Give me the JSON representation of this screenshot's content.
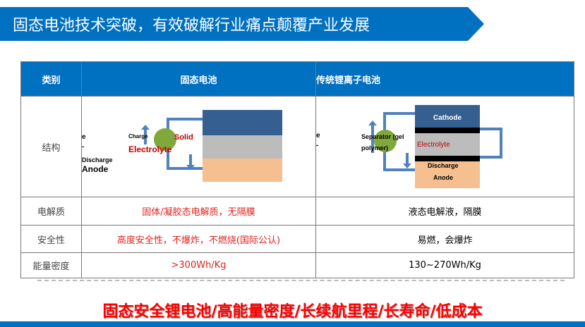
{
  "title": "固态电池技术突破，有效破解行业痛点颠覆产业发展",
  "table": {
    "headers": [
      "类别",
      "固态电池",
      "传统锂离子电池"
    ],
    "rows": [
      {
        "label": "结构"
      },
      {
        "label": "电解质",
        "solid": "固体/凝胶态电解质，无隔膜",
        "traditional": "液态电解液，隔膜"
      },
      {
        "label": "安全性",
        "solid": "高度安全性，不爆炸，不燃烧(国际公认)",
        "traditional": "易燃，会爆炸"
      },
      {
        "label": "能量密度",
        "solid": ">300Wh/Kg",
        "traditional": "130~270Wh/Kg"
      }
    ]
  },
  "diagram_solid": {
    "e": "e",
    "dash": "-",
    "discharge": "Discharge",
    "anode": "Anode",
    "charge": "Charge",
    "solid": "Solid",
    "electrolyte": "Electrolyte"
  },
  "diagram_trad": {
    "e": "e",
    "dash": "-",
    "separator1": "Separator (gel",
    "separator2": "polymer)",
    "cathode": "Cathode",
    "electrolyte": "Electrolyte",
    "discharge": "Discharge",
    "anode": "Anode"
  },
  "slogan": "固态安全锂电池/高能量密度/长续航里程/长寿命/低成本",
  "colors": {
    "brand": "#0070c0",
    "accent": "#e3201b"
  }
}
